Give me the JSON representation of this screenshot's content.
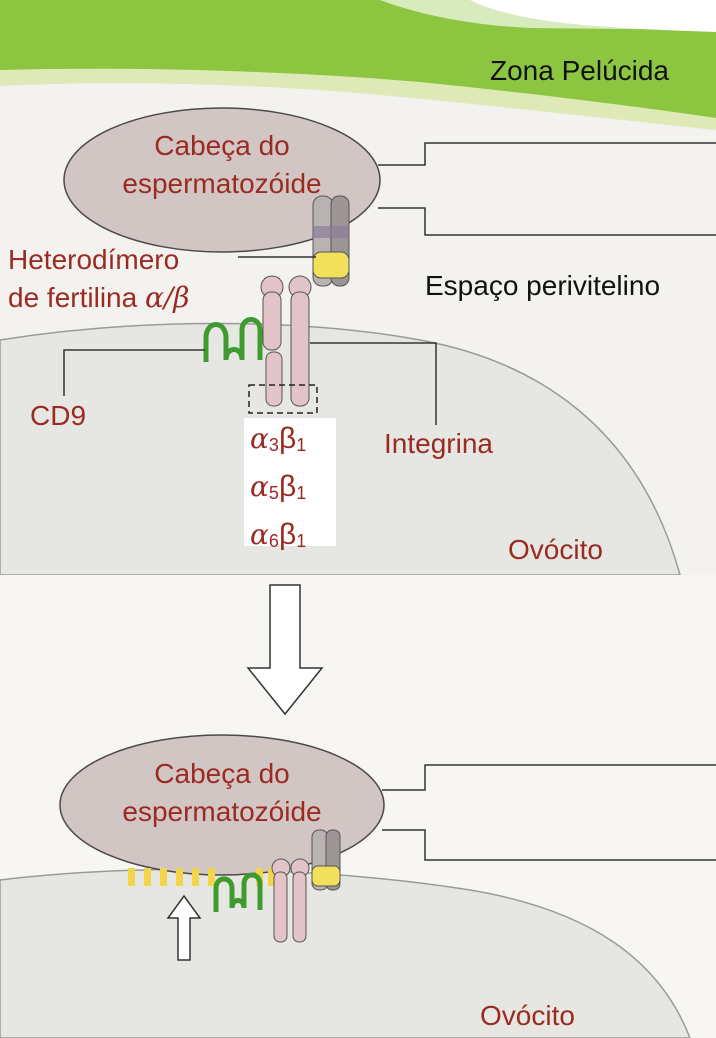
{
  "labels": {
    "zona": "Zona Pelúcida",
    "head1_line1": "Cabeça do",
    "head1_line2": "espermatozóide",
    "heterodimer_line1": "Heterodímero",
    "heterodimer_line2": "de fertilina",
    "fertilin_greek": "α/β",
    "perivitelline": "Espaço perivitelino",
    "cd9": "CD9",
    "integrin": "Integrina",
    "oocyte_top": "Ovócito",
    "head2_line1": "Cabeça do",
    "head2_line2": "espermatozóide",
    "oocyte_bottom": "Ovócito"
  },
  "integrins": [
    {
      "alpha": "α",
      "alpha_sub": "3",
      "beta": "β",
      "beta_sub": "1"
    },
    {
      "alpha": "α",
      "alpha_sub": "5",
      "beta": "β",
      "beta_sub": "1"
    },
    {
      "alpha": "α",
      "alpha_sub": "6",
      "beta": "β",
      "beta_sub": "1"
    }
  ],
  "colors": {
    "zona_green": "#8cc640",
    "zona_light": "#dfe9b8",
    "sperm_head": "#d2c6c4",
    "sperm_outline": "#4a4a4a",
    "oocyte": "#e6e6e3",
    "protein_pink": "#e2c4c8",
    "cd9_green": "#3f9a2f",
    "label_red": "#9b2b22",
    "fertilin_yellow": "#f2e05a"
  }
}
